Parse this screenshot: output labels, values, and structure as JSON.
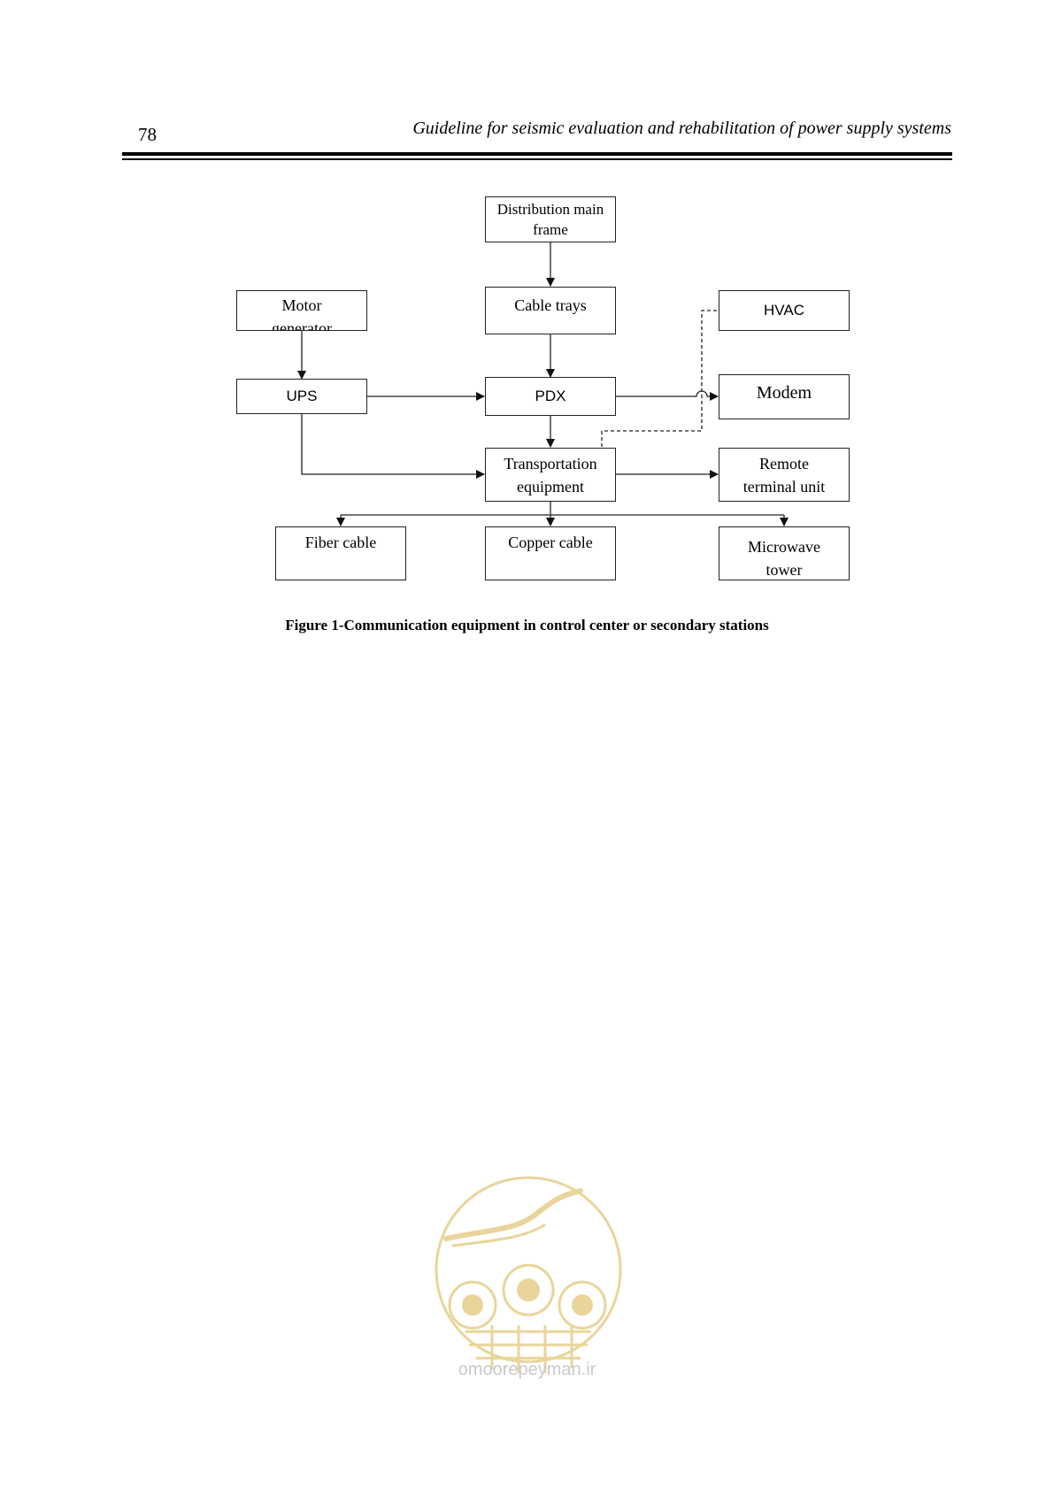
{
  "header": {
    "page_number": "78",
    "running_title": "Guideline for seismic evaluation and rehabilitation of power supply systems"
  },
  "diagram": {
    "nodes": {
      "distribution_main_frame": [
        "Distribution main",
        "frame"
      ],
      "cable_trays": [
        "Cable trays"
      ],
      "motor_generator": [
        "Motor",
        "generator"
      ],
      "hvac": [
        "HVAC"
      ],
      "ups": [
        "UPS"
      ],
      "pdx": [
        "PDX"
      ],
      "modem": [
        "Modem"
      ],
      "transportation_equipment": [
        "Transportation",
        "equipment"
      ],
      "remote_terminal_unit": [
        "Remote",
        "terminal unit"
      ],
      "fiber_cable": [
        "Fiber cable"
      ],
      "copper_cable": [
        "Copper cable"
      ],
      "microwave_tower": [
        "Microwave",
        "tower"
      ]
    },
    "edges": [
      {
        "from": "distribution_main_frame",
        "to": "cable_trays",
        "style": "solid"
      },
      {
        "from": "cable_trays",
        "to": "pdx",
        "style": "solid"
      },
      {
        "from": "motor_generator",
        "to": "ups",
        "style": "solid"
      },
      {
        "from": "ups",
        "to": "pdx",
        "style": "solid"
      },
      {
        "from": "ups",
        "to": "transportation_equipment",
        "style": "solid"
      },
      {
        "from": "pdx",
        "to": "modem",
        "style": "solid"
      },
      {
        "from": "pdx",
        "to": "transportation_equipment",
        "style": "solid"
      },
      {
        "from": "transportation_equipment",
        "to": "hvac",
        "style": "dashed"
      },
      {
        "from": "transportation_equipment",
        "to": "remote_terminal_unit",
        "style": "solid"
      },
      {
        "from": "transportation_equipment",
        "to": "fiber_cable",
        "style": "solid"
      },
      {
        "from": "transportation_equipment",
        "to": "copper_cable",
        "style": "solid"
      },
      {
        "from": "transportation_equipment",
        "to": "microwave_tower",
        "style": "solid"
      }
    ],
    "colors": {
      "stroke": "#222222",
      "watermark": "#e9d59a"
    }
  },
  "caption": "Figure 1-Communication equipment in control center or secondary stations",
  "watermark": {
    "text": "omoorepeyman.ir"
  }
}
